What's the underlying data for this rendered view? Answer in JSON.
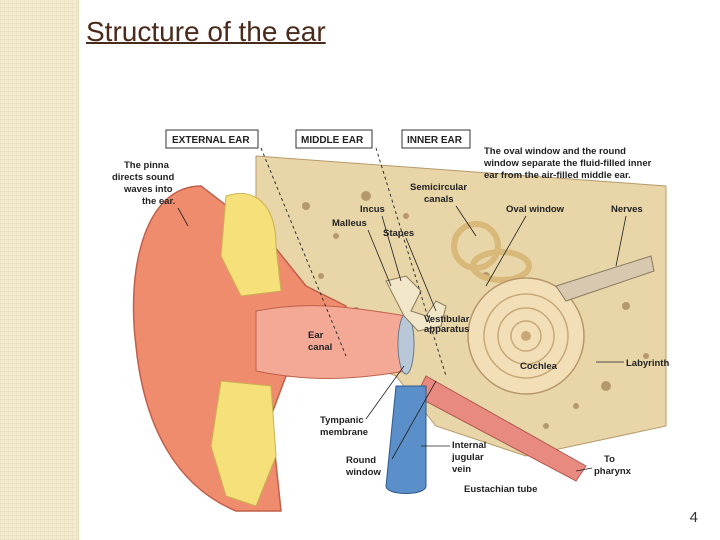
{
  "slide": {
    "title": "Structure of the ear",
    "page_number": "4"
  },
  "diagram": {
    "section_labels": [
      "EXTERNAL EAR",
      "MIDDLE EAR",
      "INNER EAR"
    ],
    "caption_lines": [
      "The oval window and the round",
      "window separate the fluid-filled inner",
      "ear from the air-filled middle ear."
    ],
    "pinna_note": [
      "The pinna",
      "directs sound",
      "waves into",
      "the ear."
    ],
    "labels": {
      "semicircular": [
        "Semicircular",
        "canals"
      ],
      "incus": "Incus",
      "malleus": "Malleus",
      "stapes": "Stapes",
      "oval_window": "Oval window",
      "nerves": "Nerves",
      "vestibular": [
        "Vestibular",
        "apparatus"
      ],
      "ear_canal": [
        "Ear",
        "canal"
      ],
      "cochlea": "Cochlea",
      "labyrinth": "Labyrinth",
      "tympanic": [
        "Tympanic",
        "membrane"
      ],
      "round_window": [
        "Round",
        "window"
      ],
      "internal_jugular": [
        "Internal",
        "jugular",
        "vein"
      ],
      "to_pharynx": [
        "To",
        "pharynx"
      ],
      "eustachian": "Eustachian tube"
    },
    "colors": {
      "skin": "#f08c6e",
      "cartilage": "#f5e07a",
      "bone": "#e8d5a8",
      "canal": "#f4a896",
      "vein": "#5b8fc9",
      "cochlea": "#f2dfb8"
    }
  }
}
